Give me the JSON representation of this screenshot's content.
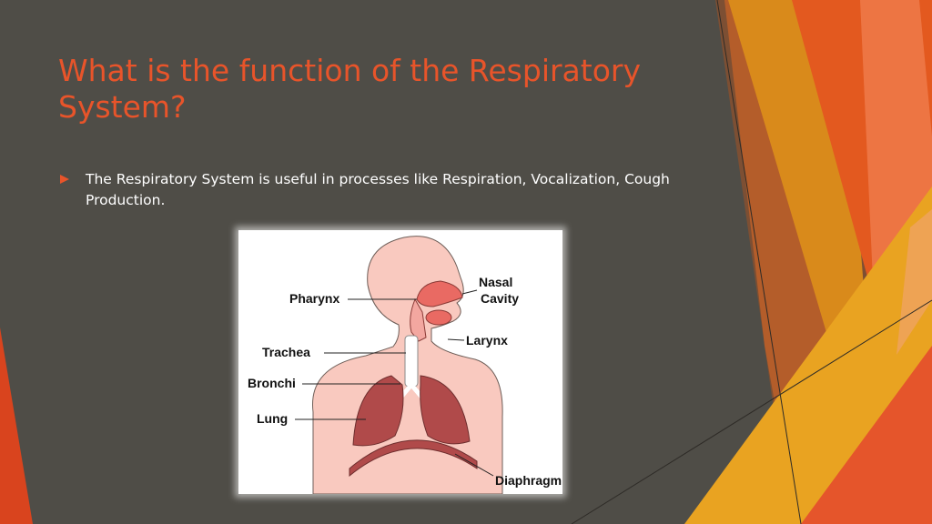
{
  "slide": {
    "title": "What is the function of the Respiratory System?",
    "bullets": [
      "The Respiratory System is useful in processes like Respiration, Vocalization, Cough Production."
    ]
  },
  "diagram": {
    "labels": {
      "pharynx": "Pharynx",
      "nasal_line1": "Nasal",
      "nasal_line2": "Cavity",
      "larynx": "Larynx",
      "trachea": "Trachea",
      "bronchi": "Bronchi",
      "lung": "Lung",
      "diaphragm": "Diaphragm"
    }
  },
  "colors": {
    "background": "#4f4d47",
    "accent": "#e8542a",
    "orange": "#f08a1c",
    "deep_orange": "#e3591f",
    "skin": "#f9c9bf",
    "lung": "#b04a4a",
    "airway": "#e96a63"
  }
}
